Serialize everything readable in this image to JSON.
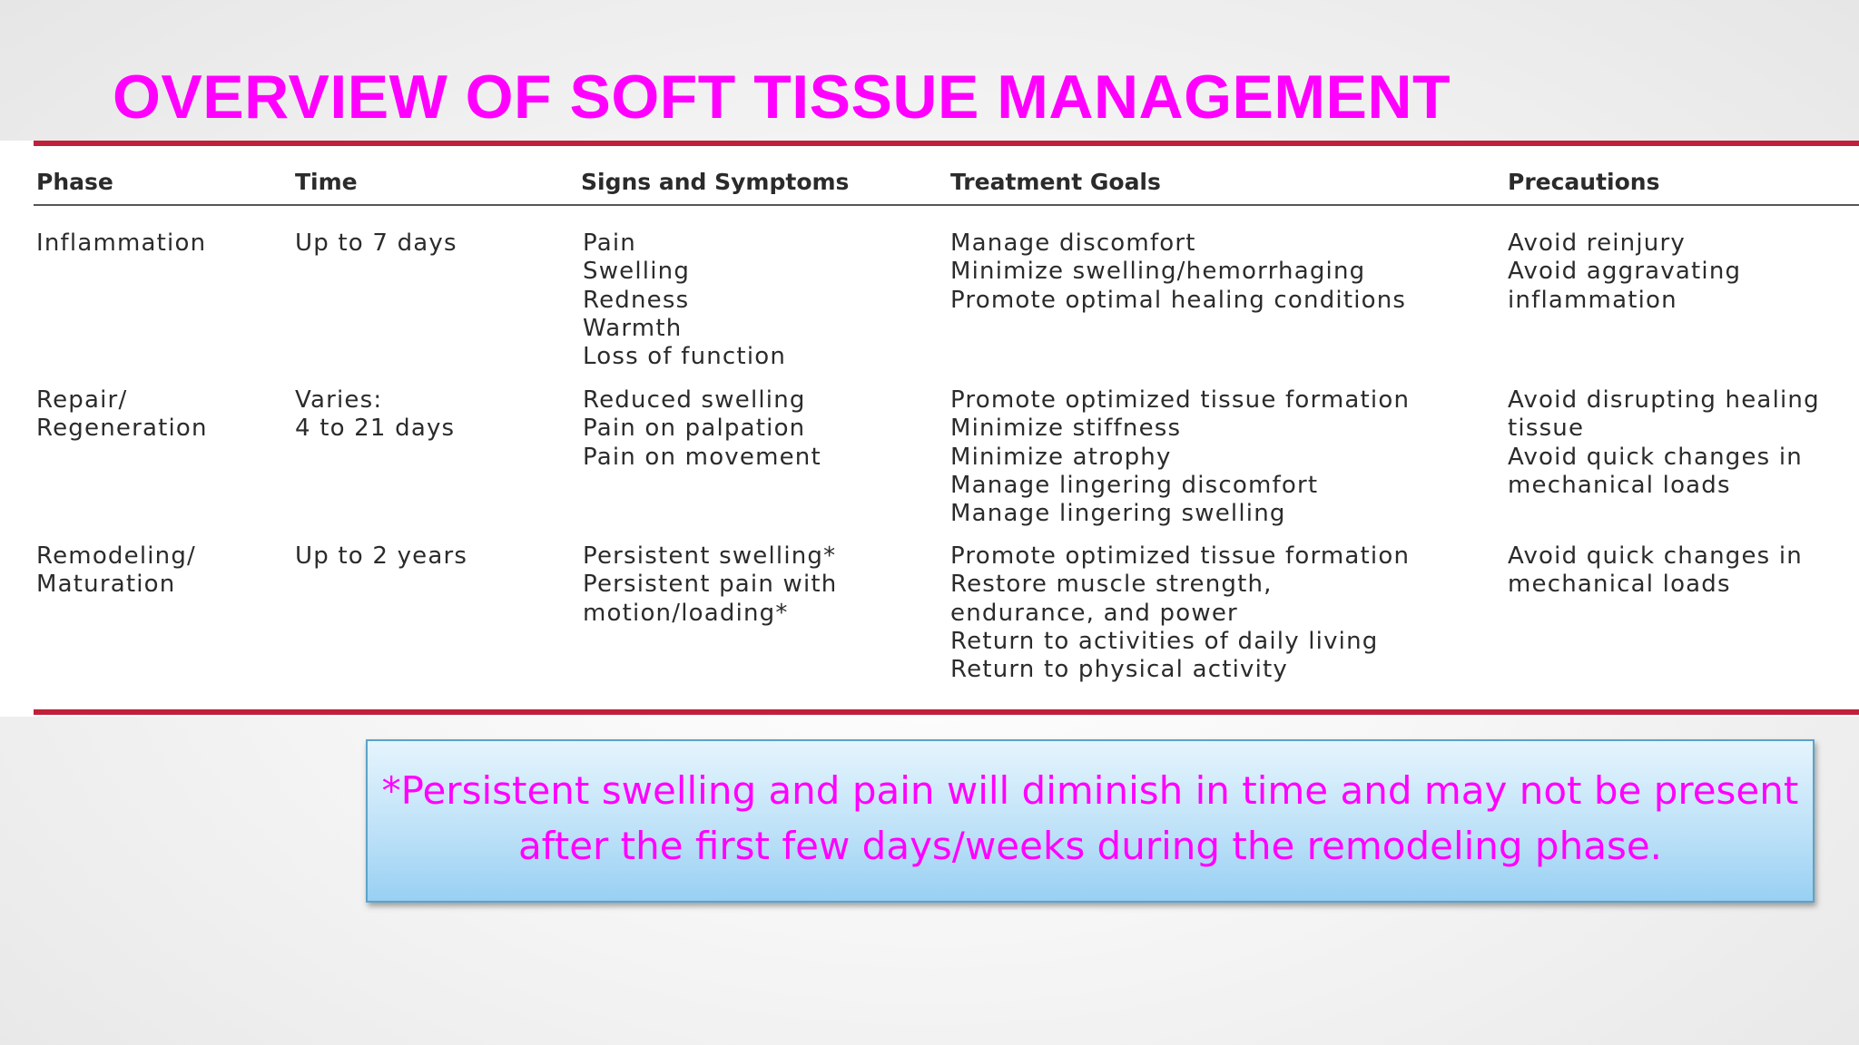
{
  "slide": {
    "title": "OVERVIEW OF SOFT TISSUE MANAGEMENT",
    "title_color": "#ff00ff",
    "rule_color": "#c0203a"
  },
  "table": {
    "headers": {
      "phase": "Phase",
      "time": "Time",
      "signs": "Signs and Symptoms",
      "goals": "Treatment Goals",
      "precautions": "Precautions"
    },
    "rows": [
      {
        "phase": "Inflammation",
        "time": "Up to 7 days",
        "signs": "Pain\nSwelling\nRedness\nWarmth\nLoss of function",
        "goals": "Manage discomfort\nMinimize swelling/hemorrhaging\nPromote optimal healing conditions",
        "precautions": "Avoid reinjury\nAvoid aggravating\ninflammation"
      },
      {
        "phase": "Repair/\nRegeneration",
        "time": "Varies:\n4 to 21 days",
        "signs": "Reduced swelling\nPain on palpation\nPain on movement",
        "goals": "Promote optimized tissue formation\nMinimize stiffness\nMinimize atrophy\nManage lingering discomfort\nManage lingering swelling",
        "precautions": "Avoid disrupting healing\ntissue\nAvoid quick changes in\nmechanical loads"
      },
      {
        "phase": "Remodeling/\nMaturation",
        "time": "Up to 2 years",
        "signs": "Persistent swelling*\nPersistent pain with\nmotion/loading*",
        "goals": "Promote optimized tissue formation\nRestore muscle strength,\nendurance, and power\nReturn to activities of daily living\nReturn to physical activity",
        "precautions": "Avoid quick changes in\nmechanical loads"
      }
    ]
  },
  "note": {
    "text": "*Persistent swelling and pain will diminish in time and may not be present\nafter the first few days/weeks during the remodeling phase.",
    "text_color": "#ff00ff",
    "box_color": "#bfe2f8"
  }
}
